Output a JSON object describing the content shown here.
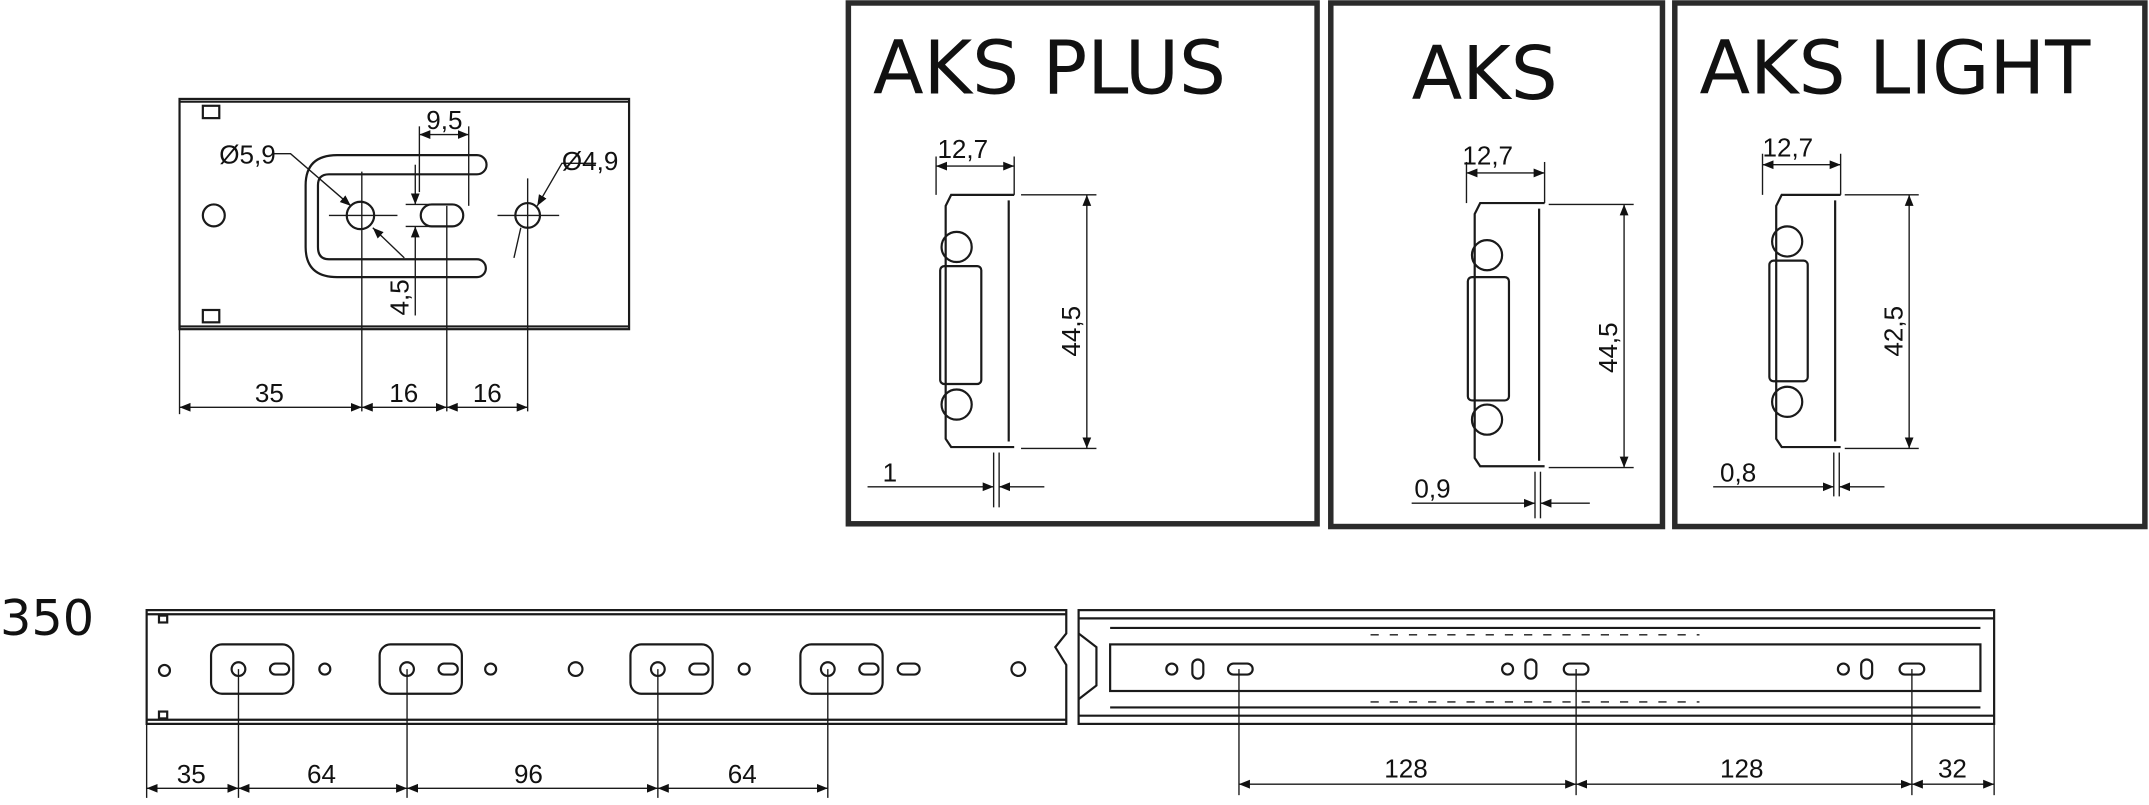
{
  "titles": {
    "plus": "AKS PLUS",
    "aks": "AKS",
    "light": "AKS LIGHT"
  },
  "length_label": "350",
  "bracket_detail": {
    "hole_large": "Ø5,9",
    "hole_small": "Ø4,9",
    "slot_length": "9,5",
    "slot_width": "4,5",
    "spacing": [
      "35",
      "16",
      "16"
    ]
  },
  "profiles": {
    "plus": {
      "width": "12,7",
      "height": "44,5",
      "thickness": "1"
    },
    "aks": {
      "width": "12,7",
      "height": "44,5",
      "thickness": "0,9"
    },
    "light": {
      "width": "12,7",
      "height": "42,5",
      "thickness": "0,8"
    }
  },
  "rail_dims": {
    "cabinet": [
      "35",
      "64",
      "96",
      "64"
    ],
    "drawer": [
      "128",
      "128",
      "32"
    ]
  },
  "colors": {
    "line": "#1a1a1a",
    "background": "#ffffff"
  }
}
